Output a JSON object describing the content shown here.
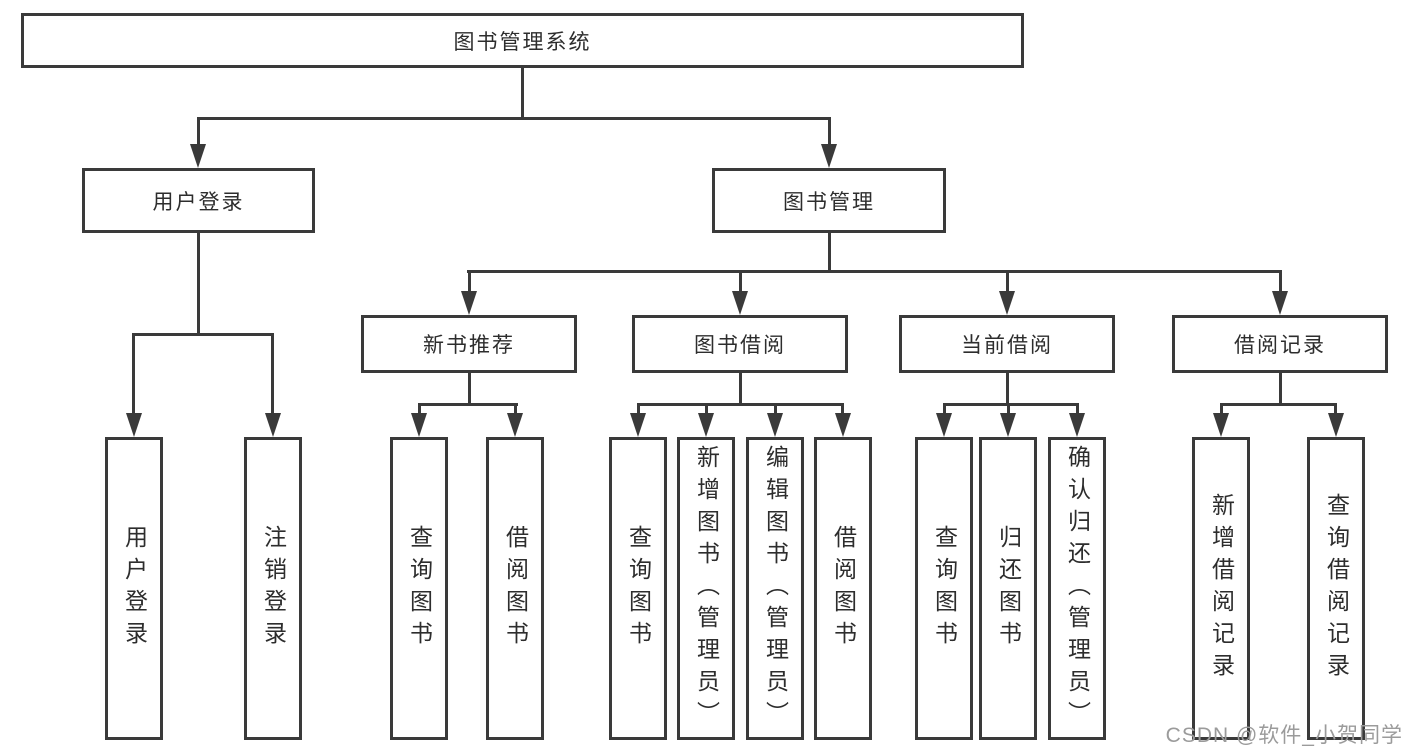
{
  "diagram": {
    "title": "图书管理系统",
    "children": [
      {
        "label": "用户登录",
        "leaves": [
          "用户登录",
          "注销登录"
        ]
      },
      {
        "label": "图书管理",
        "children": [
          {
            "label": "新书推荐",
            "leaves": [
              "查询图书",
              "借阅图书"
            ]
          },
          {
            "label": "图书借阅",
            "leaves": [
              "查询图书",
              "新增图书（管理员）",
              "编辑图书（管理员）",
              "借阅图书"
            ]
          },
          {
            "label": "当前借阅",
            "leaves": [
              "查询图书",
              "归还图书",
              "确认归还（管理员）"
            ]
          },
          {
            "label": "借阅记录",
            "leaves": [
              "新增借阅记录",
              "查询借阅记录"
            ]
          }
        ]
      }
    ]
  },
  "watermark": {
    "text": "CSDN @软件_小贺同学"
  },
  "colors": {
    "line": "#3a3a3a",
    "text": "#2d2d2d",
    "watermark": "#9b9b9b",
    "background": "#ffffff"
  }
}
